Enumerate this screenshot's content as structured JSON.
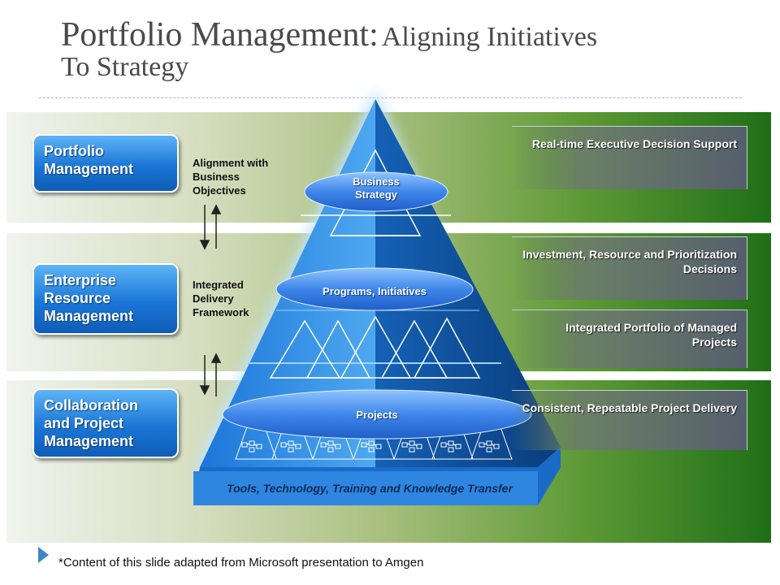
{
  "title": {
    "main": "Portfolio Management:",
    "rest": "Aligning Initiatives",
    "line2": "To Strategy"
  },
  "left_boxes": [
    "Portfolio Management",
    "Enterprise Resource Management",
    "Collaboration and Project Management"
  ],
  "side_labels": [
    "Alignment with Business Objectives",
    "Integrated Delivery Framework"
  ],
  "pyramid": {
    "layer1": "Business Strategy",
    "layer2": "Programs, Initiatives",
    "layer3": "Projects",
    "base": "Tools, Technology, Training and Knowledge Transfer"
  },
  "right_boxes": [
    "Real-time Executive Decision Support",
    "Investment, Resource and Prioritization Decisions",
    "Integrated Portfolio of Managed Projects",
    "Consistent, Repeatable Project Delivery"
  ],
  "footnote": "*Content of this slide adapted from Microsoft presentation to Amgen",
  "colors": {
    "accent_blue": "#1a76d6",
    "band_green": "#1f6f17",
    "title_gray": "#4a4a4a"
  }
}
